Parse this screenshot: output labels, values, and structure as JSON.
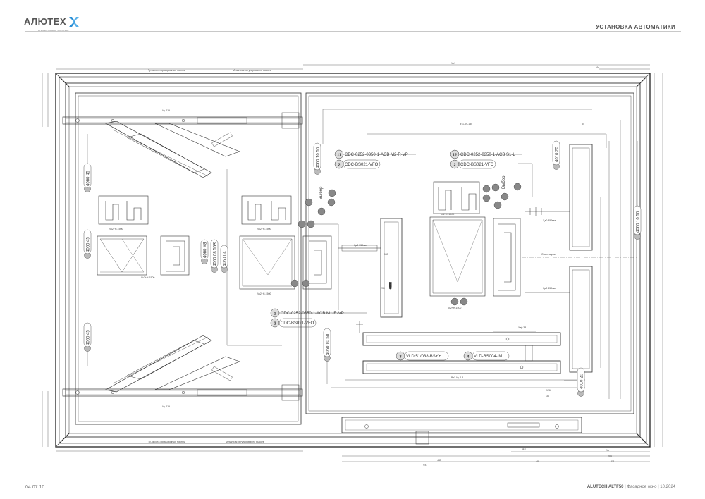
{
  "header": {
    "logo_text": "АЛЮТЕХ",
    "logo_sub": "алюминиевые системы",
    "section_title": "УСТАНОВКА АВТОМАТИКИ"
  },
  "footer": {
    "page": "04.07.10",
    "product": "ALUTECH ALTF50",
    "rest": " | Фасадное окно | 10.2024"
  },
  "callouts": {
    "c1": {
      "num": "1",
      "code": "CDC-0252-0350-1-ACB M1-R-VP"
    },
    "c2": {
      "num": "2",
      "code": "CDC-BS021-VFO"
    },
    "c3": {
      "num": "3",
      "code": "VLD 51/038-BSY+"
    },
    "c4": {
      "num": "4",
      "code": "VLD-BS004-IM"
    },
    "c11": {
      "num": "11",
      "code": "CDC-0252-0350-1-ACB M2-R-VP"
    },
    "c11b": {
      "num": "2",
      "code": "CDC-BS021-VFO"
    },
    "c12": {
      "num": "12",
      "code": "CDC-0252-0350-1-ACB S1-L"
    },
    "c12b": {
      "num": "2",
      "code": "CDC-BS021-VFO"
    }
  },
  "parts": {
    "f1": "4060 45",
    "f2": "4060 45",
    "f3": "4060 45",
    "g1": "4060 10 50",
    "g2": "4060 10 50",
    "g3": "4060 10 50",
    "d1": "4060 X8",
    "d2": "4060 08 55R",
    "e1": "4060 04",
    "h1": "4010 20",
    "h2": "4010 20"
  },
  "annotations": {
    "tv_top": "Ту-высота фрикционных ножниц",
    "mech_top": "Механизм регулировки по высоте",
    "tv_bot": "Ту-высота фрикционных ножниц",
    "mech_bot": "Механизм регулировки по высоте",
    "vybor1": "Выбор",
    "vybor2": "Выбор",
    "os_stvorki": "Ось створки",
    "xd1": "Xд0 350мм",
    "xd2": "Xд0 350мм",
    "xd3": "Xд0 350мм"
  }
}
